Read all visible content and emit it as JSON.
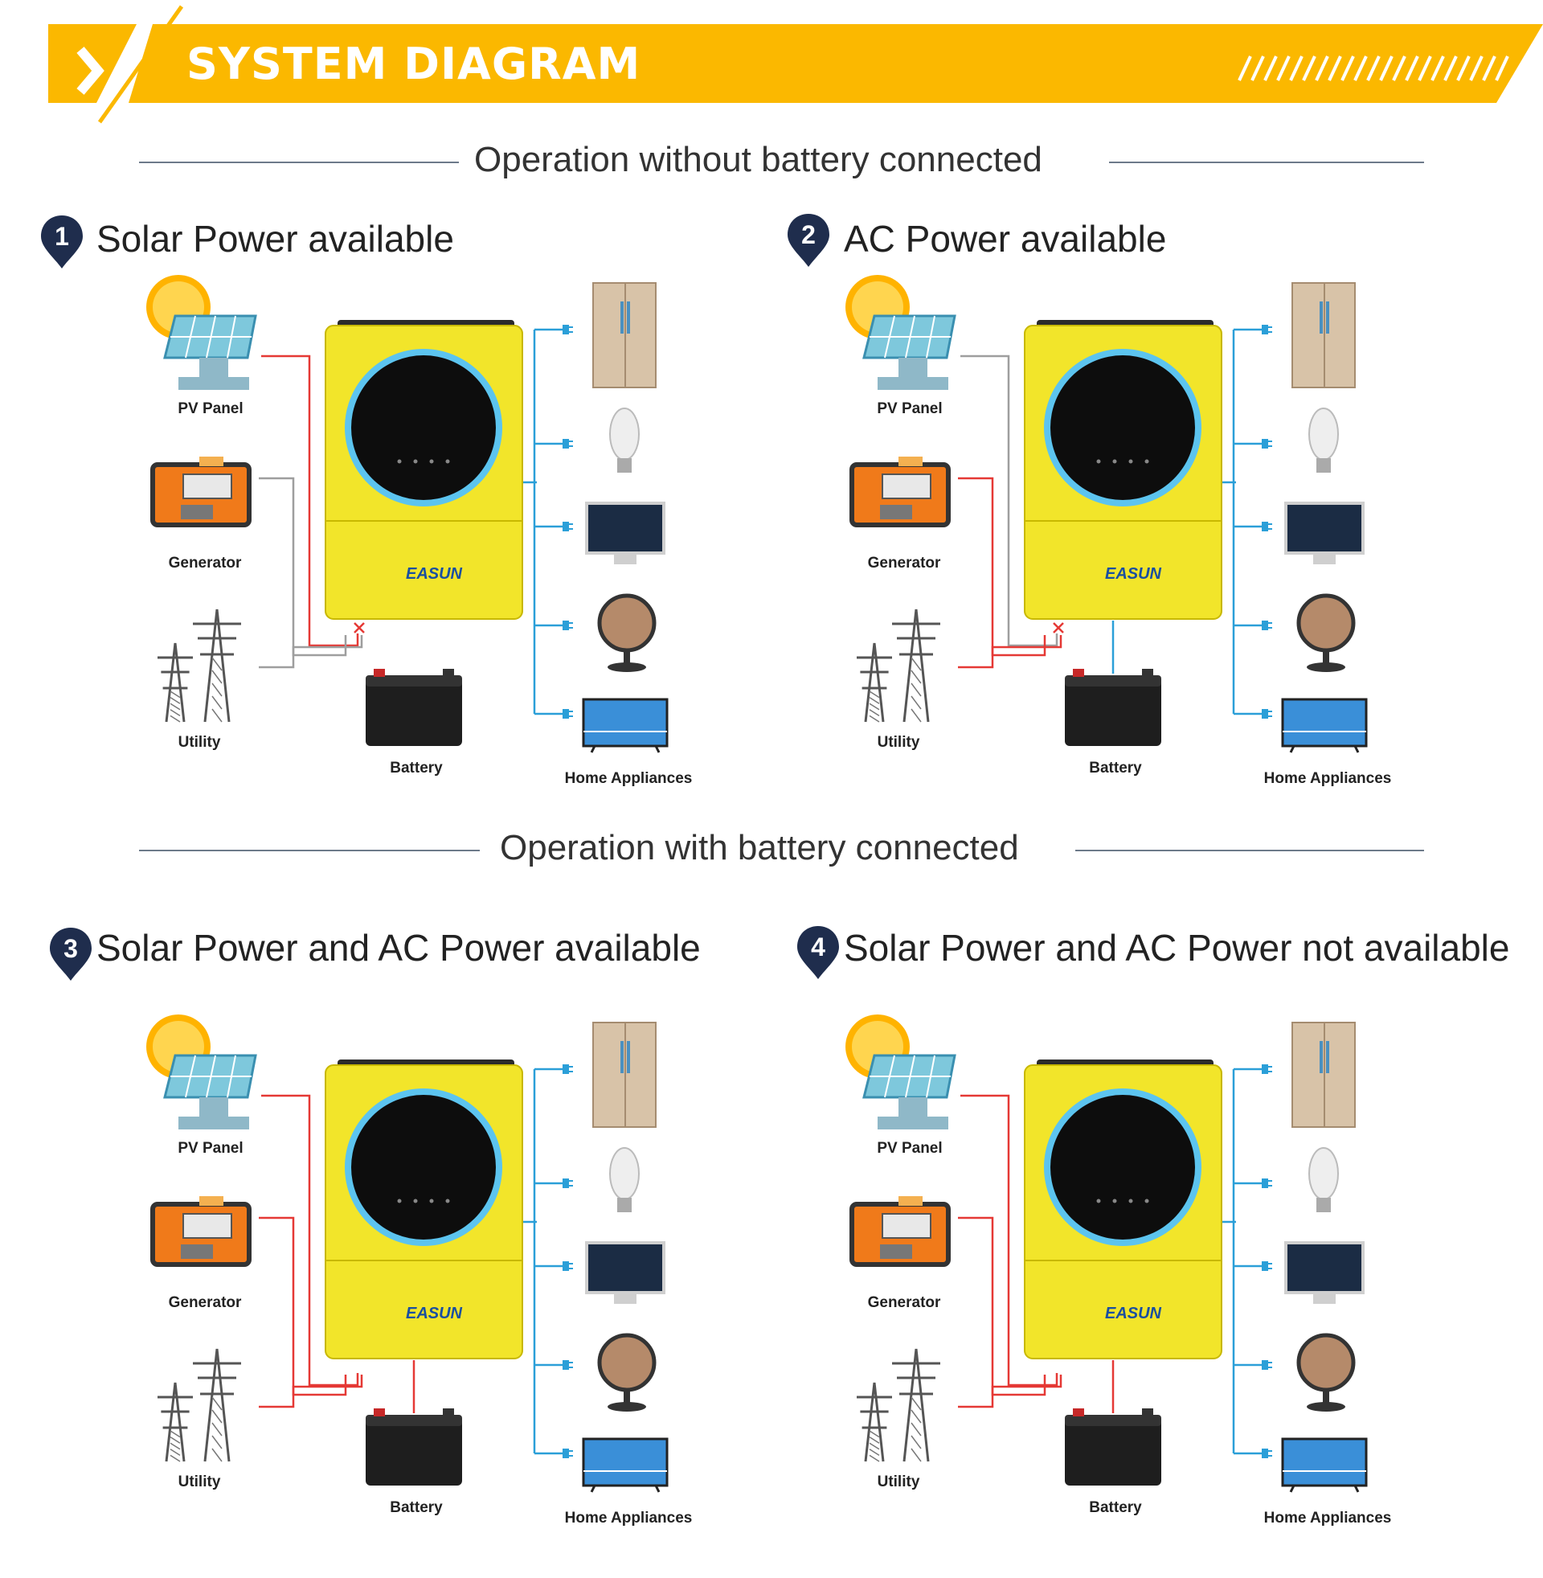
{
  "header": {
    "title": "SYSTEM DIAGRAM"
  },
  "sections": {
    "without_battery": "Operation without battery connected",
    "with_battery": "Operation with battery connected"
  },
  "scenarios": [
    {
      "number": "1",
      "title": "Solar Power available"
    },
    {
      "number": "2",
      "title": "AC Power available"
    },
    {
      "number": "3",
      "title": "Solar Power and AC Power available"
    },
    {
      "number": "4",
      "title": "Solar Power and AC Power not available"
    }
  ],
  "labels": {
    "pv": "PV Panel",
    "generator": "Generator",
    "utility": "Utility",
    "battery": "Battery",
    "appliances": "Home Appliances"
  },
  "brand": "EASUN",
  "colors": {
    "banner": "#fbb800",
    "inverter": "#f2e52a",
    "active_line": "#e53935",
    "idle_line": "#9e9e9e",
    "load_line": "#2b9fd8"
  }
}
